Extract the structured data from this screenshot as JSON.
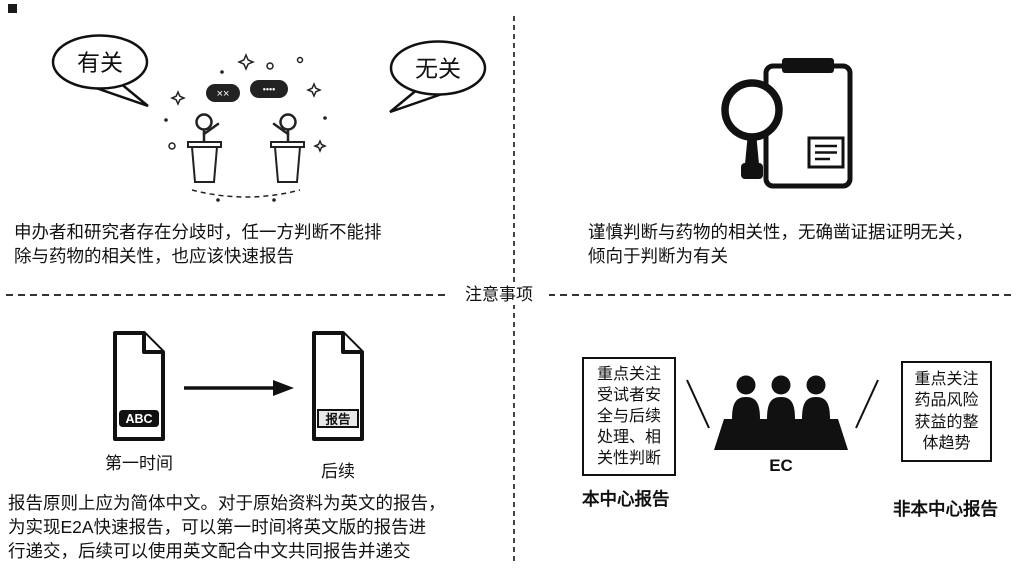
{
  "colors": {
    "ink": "#111111",
    "divider": "#333333",
    "background": "#ffffff"
  },
  "center_label": "注意事项",
  "quadrants": {
    "top_left": {
      "bubble_left": "有关",
      "bubble_right": "无关",
      "caption": "申办者和研究者存在分歧时，任一方判断不能排\n除与药物的相关性，也应该快速报告"
    },
    "top_right": {
      "caption": "谨慎判断与药物的相关性，无确凿证据证明无关，\n倾向于判断为有关"
    },
    "bottom_left": {
      "doc_first_label": "ABC",
      "doc_second_label": "报告",
      "doc_first_caption": "第一时间",
      "doc_second_caption": "后续",
      "caption": "报告原则上应为简体中文。对于原始资料为英文的报告，\n为实现E2A快速报告，可以第一时间将英文版的报告进\n行递交，后续可以使用英文配合中文共同报告并递交"
    },
    "bottom_right": {
      "left_box_text": "重点关注\n受试者安\n全与后续\n处理、相\n关性判断",
      "right_box_text": "重点关注\n药品风险\n获益的整\n体趋势",
      "committee_label": "EC",
      "left_caption": "本中心报告",
      "right_caption": "非本中心报告"
    }
  },
  "icons": {
    "debate_scene": "two-speakers-debate",
    "speech_left_marks": "××",
    "speech_right_marks": "••••",
    "inspect": "magnifier-over-document",
    "documents": "file-with-folded-corner",
    "committee": "three-members-at-table"
  }
}
